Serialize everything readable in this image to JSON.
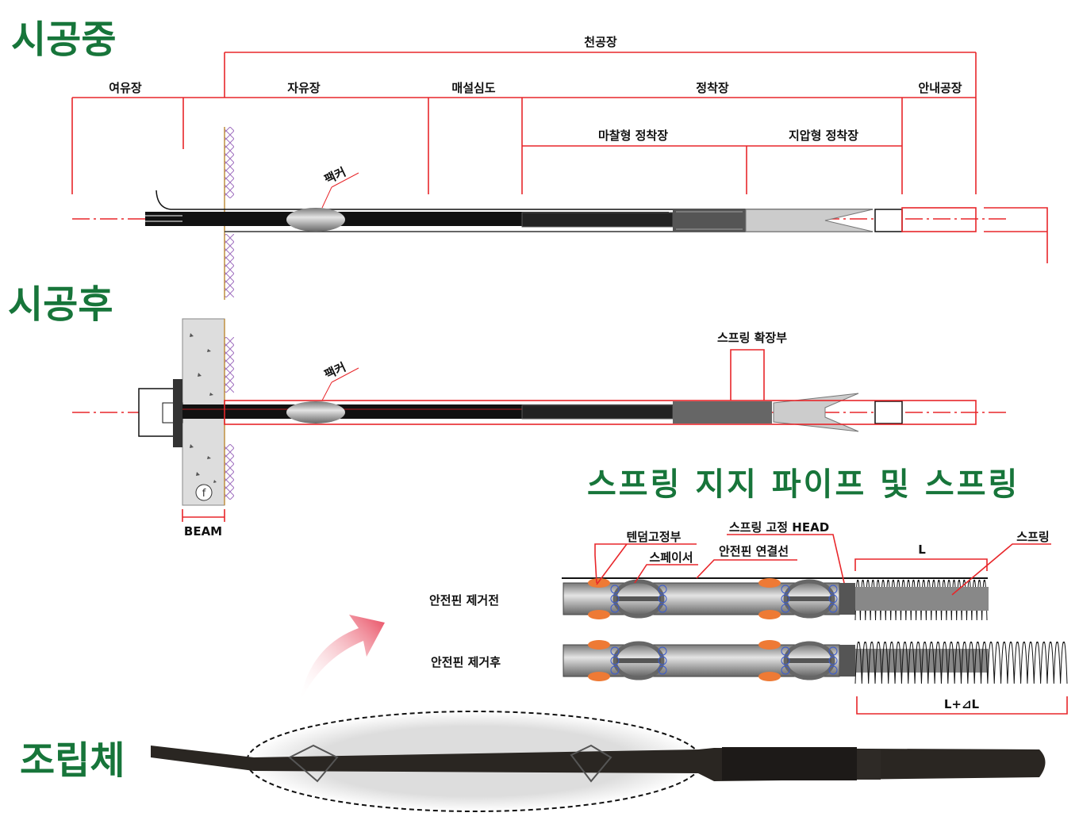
{
  "sections": {
    "during": "시공중",
    "after": "시공후",
    "spring_title": "스프링 지지 파이프 및 스프링",
    "assembly": "조립체"
  },
  "dimensions": {
    "drill_length": "천공장",
    "spare_length": "여유장",
    "free_length": "자유장",
    "burial_depth": "매설심도",
    "anchor_length": "정착장",
    "guide_hole": "안내공장",
    "friction_anchor": "마찰형 정착장",
    "bearing_anchor": "지압형 정착장"
  },
  "labels": {
    "packer_1": "팩커",
    "packer_2": "팩커",
    "spring_expansion": "스프링 확장부",
    "beam": "BEAM",
    "beam_marker": "f"
  },
  "spring_detail": {
    "tendon_fix": "텐덤고정부",
    "spacer": "스페이서",
    "spring_head": "스프링 고정 HEAD",
    "pin_line": "안전핀 연결선",
    "spring": "스프링",
    "length": "L",
    "extended_length": "L+⊿L",
    "before_pin_removal": "안전핀 제거전",
    "after_pin_removal": "안전핀 제거후"
  },
  "colors": {
    "green": "#17753a",
    "red": "#e8262a",
    "orange": "#ee7a35",
    "blue": "#3a5bd0"
  }
}
